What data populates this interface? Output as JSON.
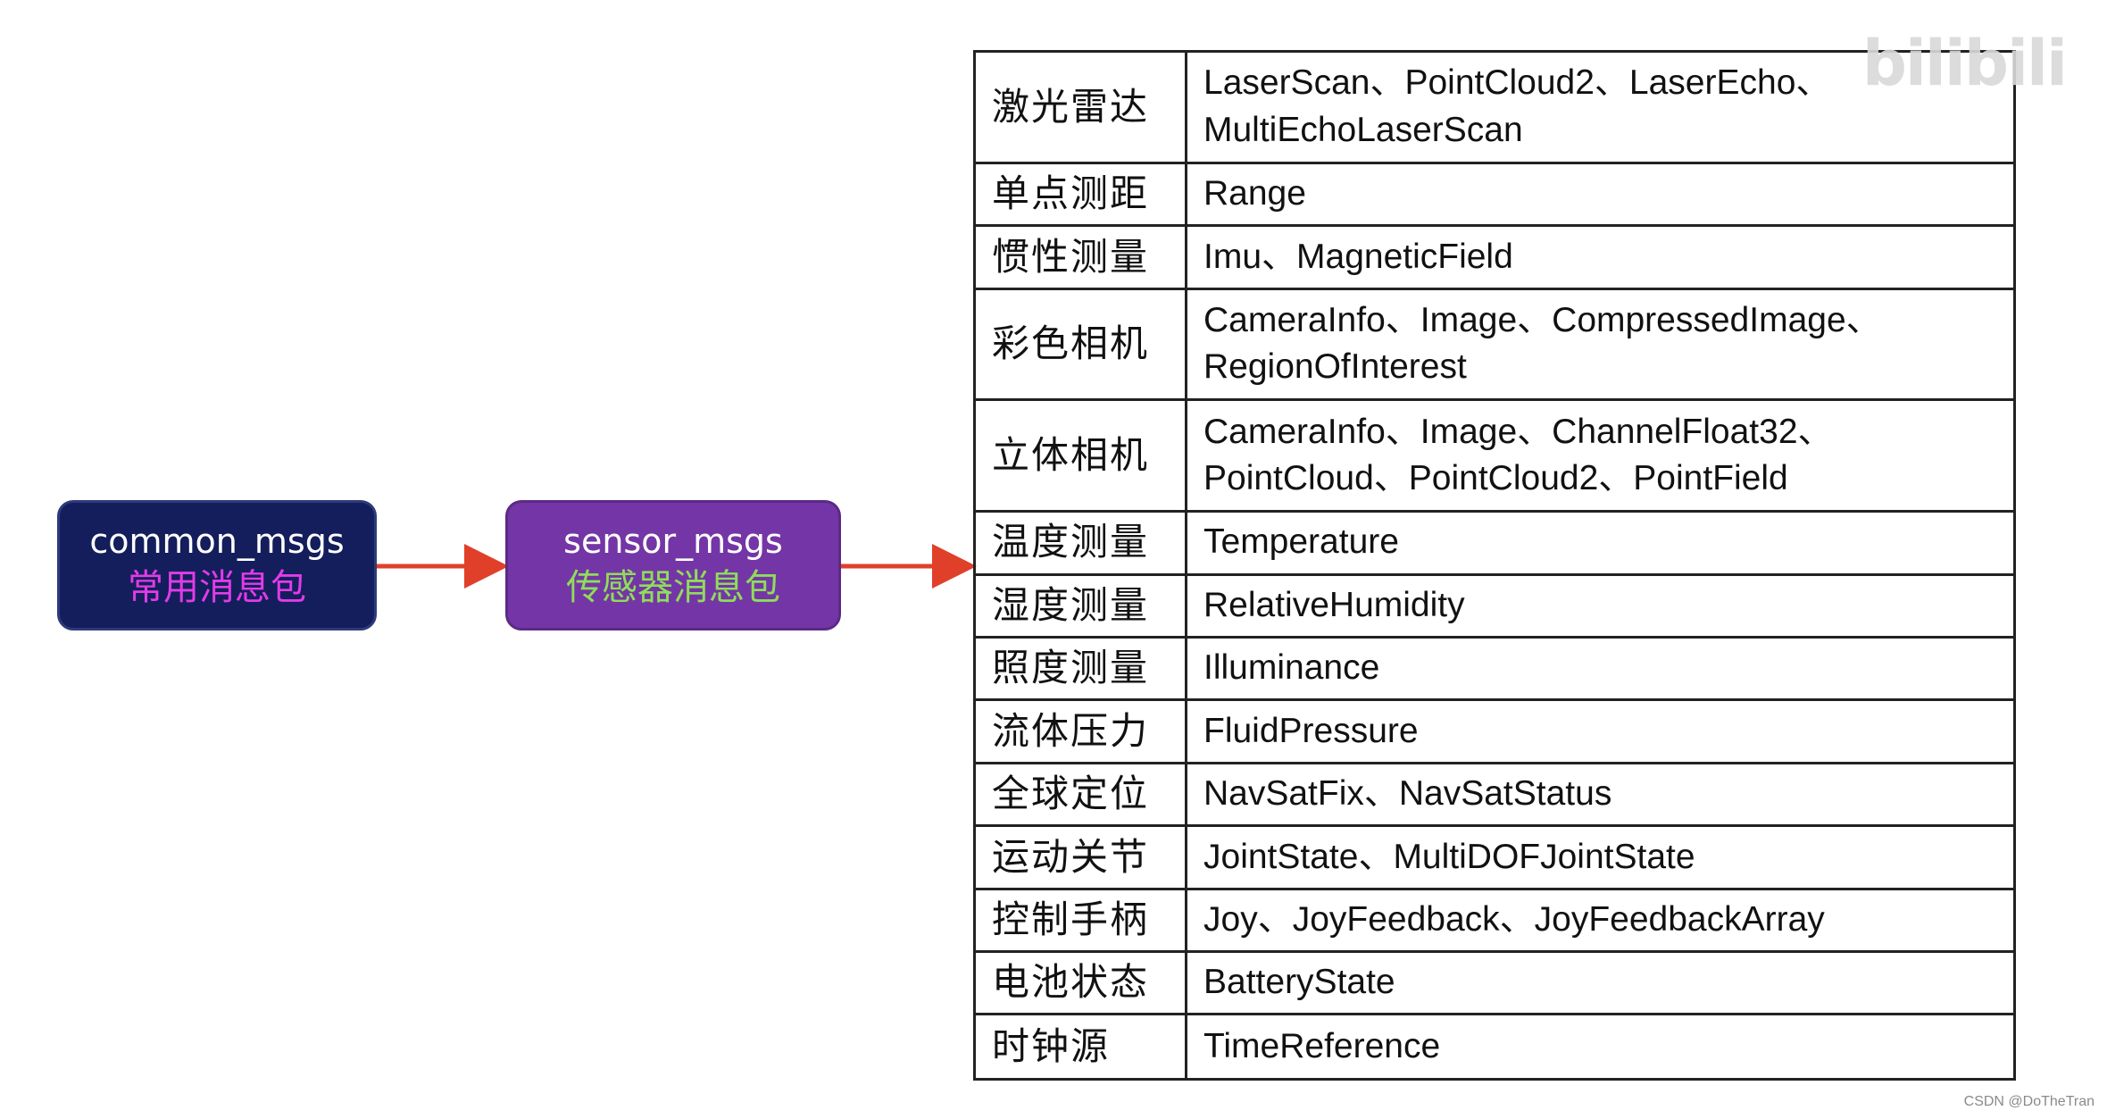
{
  "nodes": {
    "common": {
      "name": "common_msgs",
      "label": "常用消息包",
      "fill": "#141e5c",
      "label_color": "#e23be8"
    },
    "sensor": {
      "name": "sensor_msgs",
      "label": "传感器消息包",
      "fill": "#7436a6",
      "label_color": "#8fdd5a"
    }
  },
  "arrow_color": "#e0402a",
  "table": {
    "rows": [
      {
        "category": "激光雷达",
        "messages": "LaserScan、PointCloud2、LaserEcho、MultiEchoLaserScan"
      },
      {
        "category": "单点测距",
        "messages": "Range"
      },
      {
        "category": "惯性测量",
        "messages": "Imu、MagneticField"
      },
      {
        "category": "彩色相机",
        "messages": "CameraInfo、Image、CompressedImage、RegionOfInterest"
      },
      {
        "category": "立体相机",
        "messages": "CameraInfo、Image、ChannelFloat32、PointCloud、PointCloud2、PointField"
      },
      {
        "category": "温度测量",
        "messages": "Temperature"
      },
      {
        "category": "湿度测量",
        "messages": "RelativeHumidity"
      },
      {
        "category": "照度测量",
        "messages": "Illuminance"
      },
      {
        "category": "流体压力",
        "messages": "FluidPressure"
      },
      {
        "category": "全球定位",
        "messages": "NavSatFix、NavSatStatus"
      },
      {
        "category": "运动关节",
        "messages": "JointState、MultiDOFJointState"
      },
      {
        "category": "控制手柄",
        "messages": "Joy、JoyFeedback、JoyFeedbackArray"
      },
      {
        "category": "电池状态",
        "messages": "BatteryState"
      },
      {
        "category": "时钟源",
        "messages": "TimeReference"
      }
    ]
  },
  "watermark": "bilibili",
  "credit": "CSDN @DoTheTran"
}
